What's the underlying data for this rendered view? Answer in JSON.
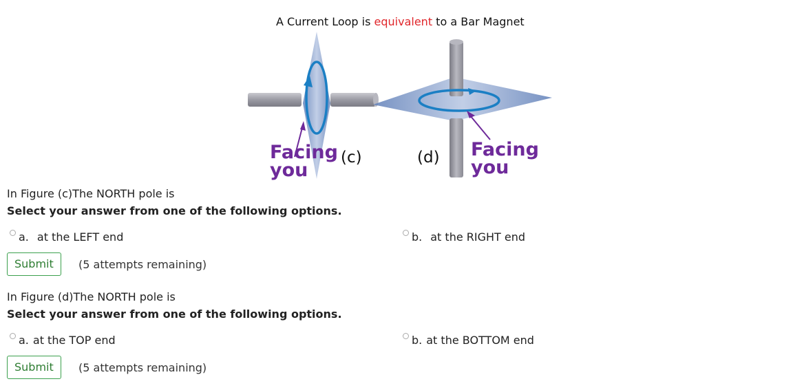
{
  "figure": {
    "title_part1": "A Current Loop is ",
    "title_highlight": "equivalent",
    "title_part2": " to a Bar Magnet",
    "left_facing_line1": "Facing",
    "left_facing_line2": "you",
    "left_label": "(c)",
    "right_label": "(d)",
    "right_facing_line1": "Facing",
    "right_facing_line2": "you",
    "highlight_color": "#e0262b",
    "facing_color": "#6e2a9a"
  },
  "questions": [
    {
      "prompt": "In Figure (c)The NORTH pole is",
      "instruction": "Select your answer from one of the following options.",
      "options": [
        {
          "letter": "a.",
          "text": "at the LEFT end"
        },
        {
          "letter": "b.",
          "text": "at the RIGHT end"
        }
      ],
      "submit_label": "Submit",
      "attempts": "(5 attempts remaining)"
    },
    {
      "prompt": "In Figure (d)The NORTH pole is",
      "instruction": "Select your answer from one of the following options.",
      "options": [
        {
          "letter": "a.",
          "text": "at the TOP end"
        },
        {
          "letter": "b.",
          "text": "at the BOTTOM end"
        }
      ],
      "submit_label": "Submit",
      "attempts": "(5 attempts remaining)"
    }
  ],
  "accent_color": "#3aa04c"
}
